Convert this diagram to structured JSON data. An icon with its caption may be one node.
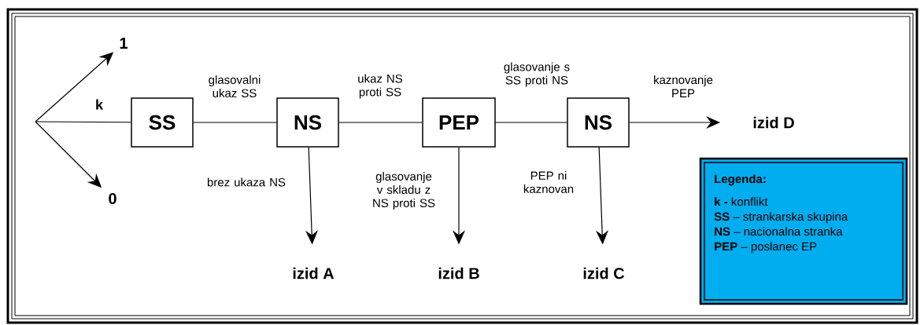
{
  "diagram": {
    "nodes": [
      {
        "text": [
          "1"
        ]
      },
      {
        "text": [
          "0"
        ]
      },
      {
        "text": [
          "SS"
        ]
      },
      {
        "text": [
          "NS"
        ]
      },
      {
        "text": [
          "PEP"
        ]
      },
      {
        "text": [
          "NS"
        ]
      },
      {
        "text": [
          "izid D"
        ]
      },
      {
        "text": [
          "izid A"
        ]
      },
      {
        "text": [
          "izid B"
        ]
      },
      {
        "text": [
          "izid C"
        ]
      },
      {
        "text": [
          "Legenda:",
          "**k -** konflikt",
          "**SS** – strankarska skupina",
          "**NS** – nacionalna stranka",
          "**PEP** – poslanec EP"
        ]
      }
    ],
    "edges": [
      {
        "from": null,
        "to": 0,
        "arrow": "to"
      },
      {
        "from": null,
        "to": 1,
        "arrow": "to"
      },
      {
        "from": null,
        "to": 2,
        "arrow": "none",
        "label": "k"
      },
      {
        "from": 2,
        "to": 3,
        "arrow": "none",
        "label": "glasovalni ukaz SS"
      },
      {
        "from": 3,
        "to": 4,
        "arrow": "none",
        "label": "ukaz NS proti SS"
      },
      {
        "from": 4,
        "to": 5,
        "arrow": "none",
        "label": "glasovanje s SS proti NS"
      },
      {
        "from": 5,
        "to": 6,
        "arrow": "to",
        "label": "kaznovanje PEP"
      },
      {
        "from": 3,
        "to": 7,
        "arrow": "to",
        "label": "brez ukaza NS"
      },
      {
        "from": 4,
        "to": 8,
        "arrow": "to",
        "label": "glasovanje v skladu z NS proti SS"
      },
      {
        "from": 5,
        "to": 9,
        "arrow": "to",
        "label": "PEP ni kaznovan"
      }
    ]
  }
}
